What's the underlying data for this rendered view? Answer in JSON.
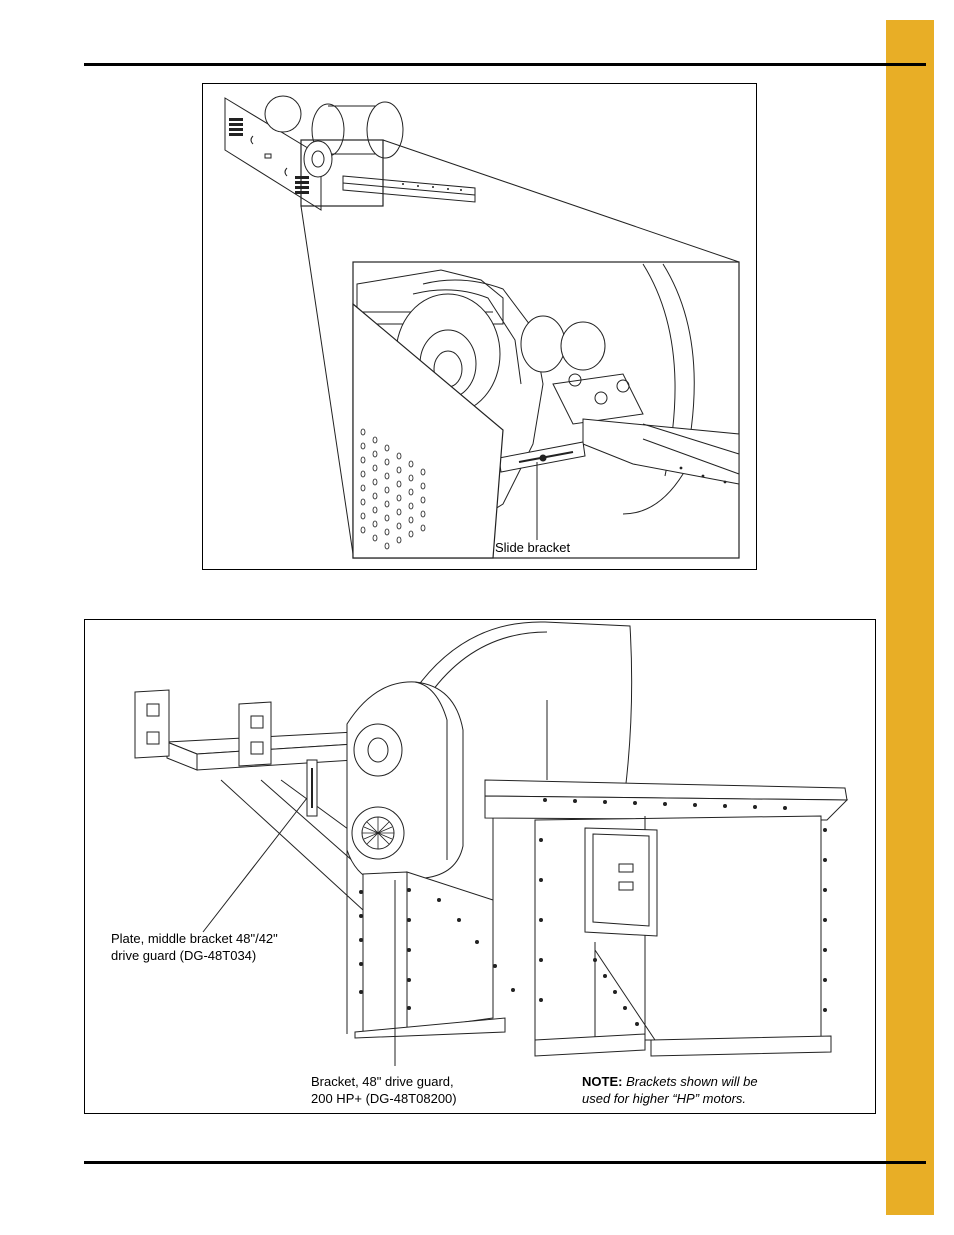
{
  "colors": {
    "tab": "#E8AE26",
    "rule": "#000000",
    "line": "#222222"
  },
  "figure_top": {
    "callout": "Slide bracket"
  },
  "figure_bottom": {
    "callout_plate_line1": "Plate, middle bracket 48\"/42\"",
    "callout_plate_line2": "drive guard (DG-48T034)",
    "callout_bracket_line1": "Bracket, 48\" drive guard,",
    "callout_bracket_line2": "200 HP+ (DG-48T08200)",
    "note_label": "NOTE:",
    "note_line1": "Brackets shown will be",
    "note_line2": "used for higher “HP” motors."
  }
}
